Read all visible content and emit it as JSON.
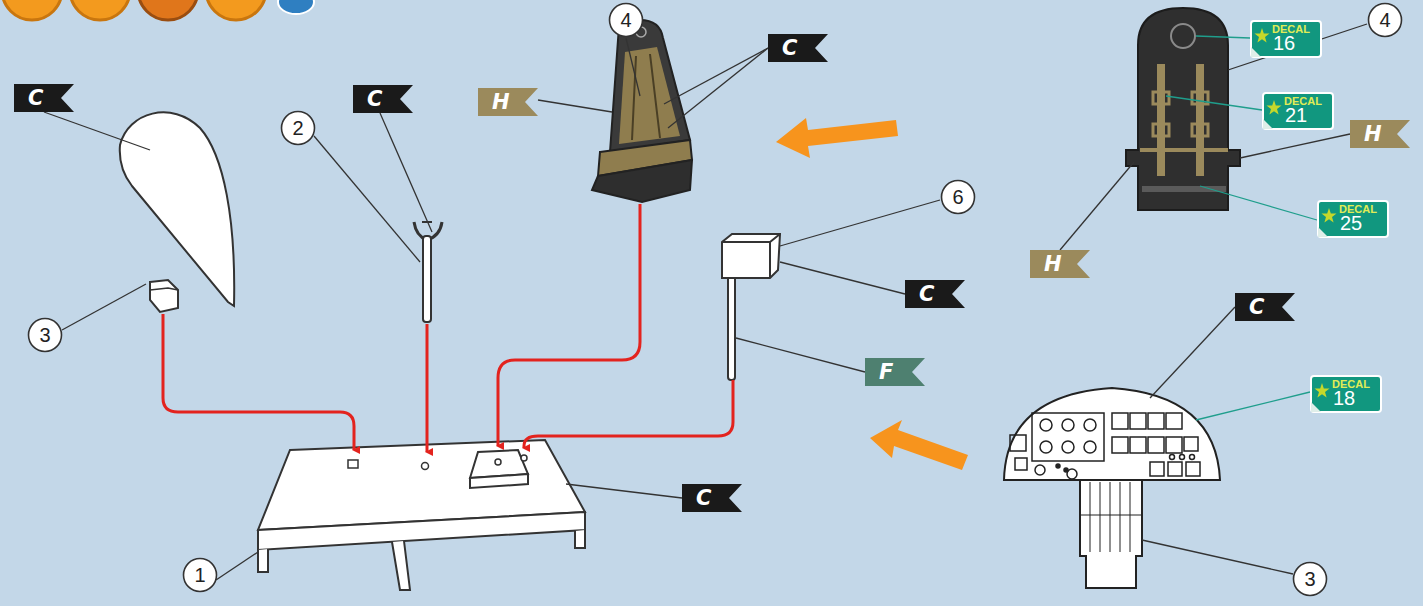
{
  "diagram": {
    "nodes": [
      {
        "text": [
          "4"
        ]
      },
      {
        "text": [
          "DECAL",
          "16"
        ]
      },
      {
        "text": [
          "4"
        ]
      },
      {
        "text": [
          "C"
        ]
      },
      {
        "text": [
          "C"
        ]
      },
      {
        "text": [
          "C"
        ]
      },
      {
        "text": [
          "H"
        ]
      },
      {
        "text": [
          "DECAL",
          "21"
        ]
      },
      {
        "text": [
          "2"
        ]
      },
      {
        "text": [
          "H"
        ]
      },
      {
        "text": [
          "6"
        ]
      },
      {
        "text": [
          "DECAL",
          "25"
        ]
      },
      {
        "text": [
          "H"
        ]
      },
      {
        "text": [
          "C"
        ]
      },
      {
        "text": [
          "C"
        ]
      },
      {
        "text": [
          "3"
        ]
      },
      {
        "text": [
          "F"
        ]
      },
      {
        "text": [
          "DECAL",
          "18"
        ]
      },
      {
        "text": [
          "C"
        ]
      },
      {
        "text": [
          "1"
        ]
      },
      {
        "text": [
          "3"
        ]
      }
    ]
  }
}
